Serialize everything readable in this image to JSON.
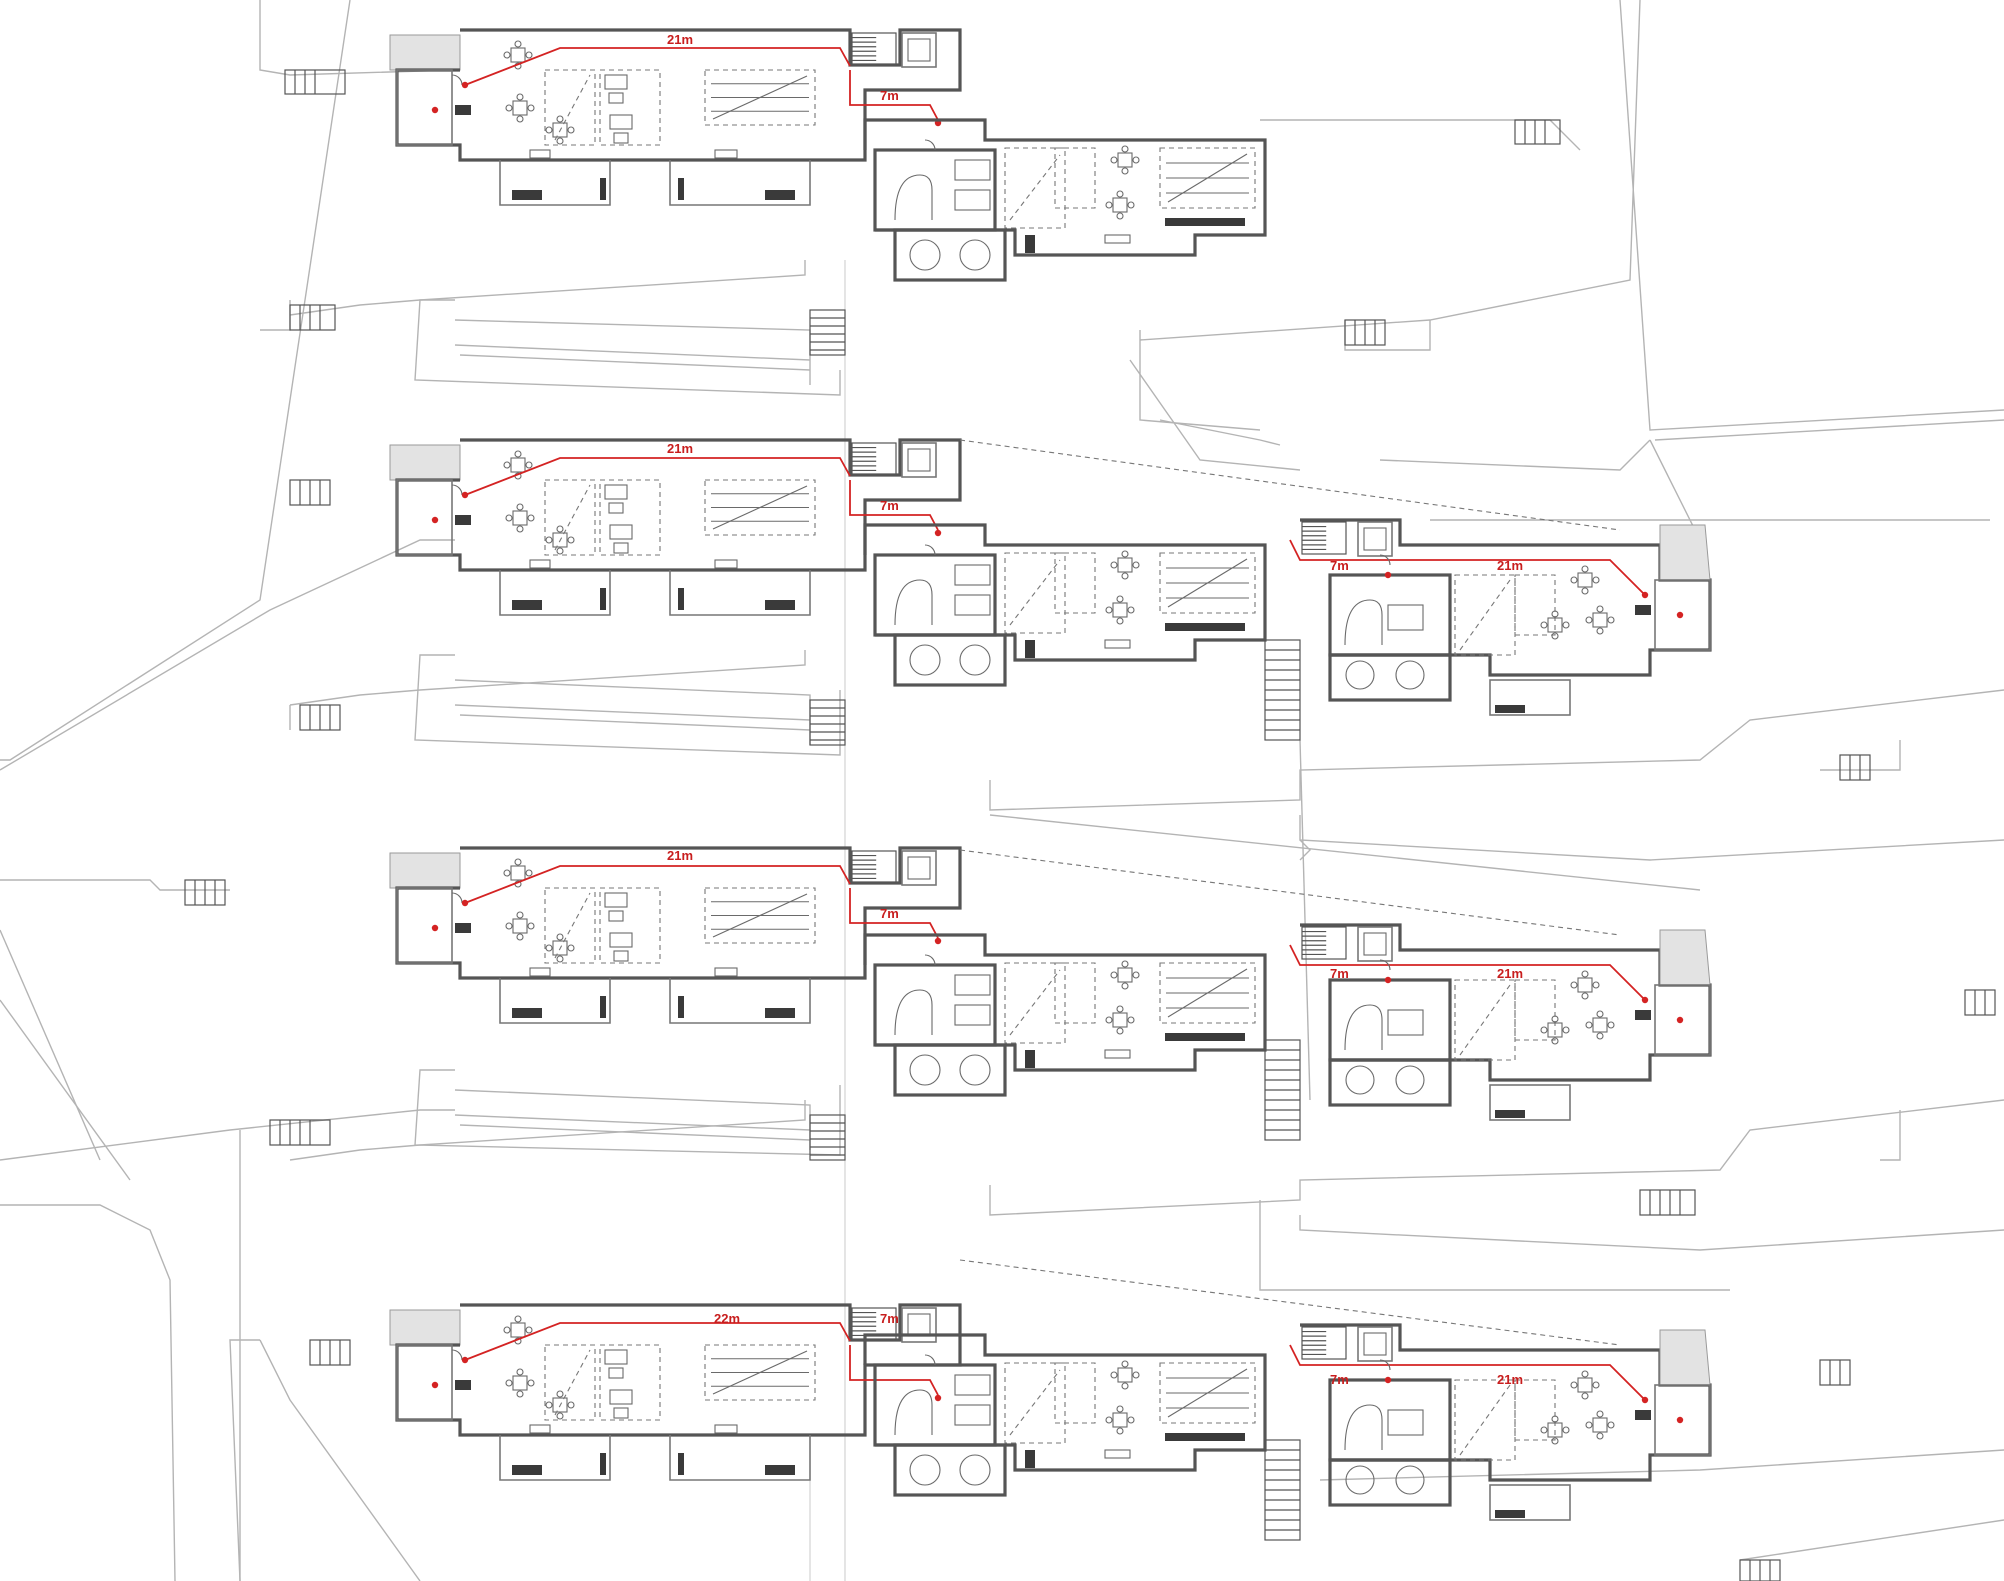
{
  "plan": {
    "wall_color": "#555555",
    "route_color": "#d42323",
    "site_line_color": "#b4b4b4"
  },
  "distance_labels": {
    "block_1": {
      "main": "21m",
      "link": "7m"
    },
    "block_2": {
      "main": "21m",
      "link": "7m",
      "right_main": "21m",
      "right_link": "7m"
    },
    "block_3": {
      "main": "21m",
      "link": "7m",
      "right_main": "21m",
      "right_link": "7m"
    },
    "block_4": {
      "main": "22m",
      "link": "7m",
      "right_main": "21m",
      "right_link": "7m"
    }
  },
  "icons": [
    "table-icon",
    "sofa-icon",
    "bed-icon",
    "stair-icon",
    "lift-icon",
    "door-icon"
  ]
}
